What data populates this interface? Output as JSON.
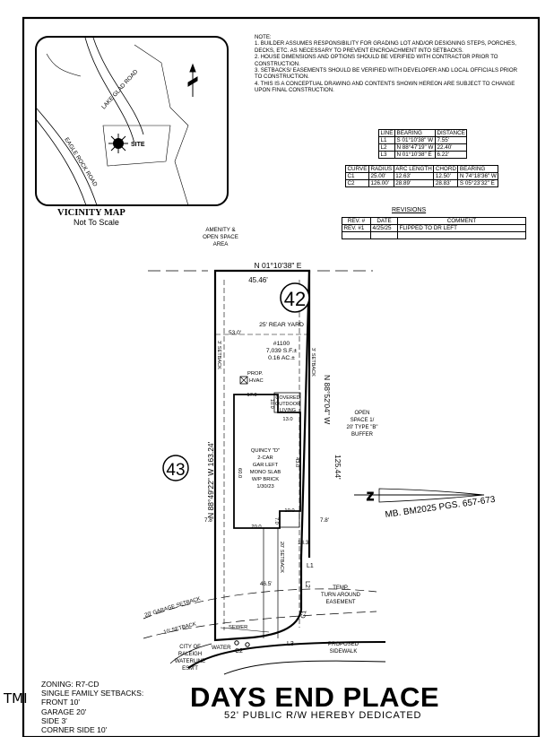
{
  "notes": {
    "heading": "NOTE:",
    "items": [
      "1. BUILDER ASSUMES RESPONSIBILITY FOR GRADING LOT AND/OR DESIGNING STEPS, PORCHES, DECKS, ETC. AS NECESSARY TO PREVENT ENCROACHMENT INTO SETBACKS.",
      "2. HOUSE DIMENSIONS AND OPTIONS SHOULD BE VERIFIED WITH CONTRACTOR PRIOR TO CONSTRUCTION.",
      "3. SETBACKS/ EASEMENTS SHOULD BE VERIFIED WITH DEVELOPER AND LOCAL OFFICIALS PRIOR TO CONSTRUCTION.",
      "4. THIS IS A CONCEPTUAL DRAWING AND CONTENTS SHOWN HEREON ARE SUBJECT TO CHANGE UPON FINAL CONSTRUCTION."
    ]
  },
  "line_table": {
    "headers": [
      "LINE",
      "BEARING",
      "DISTANCE"
    ],
    "rows": [
      [
        "L1",
        "S 01°10'38\" W",
        "7.55'"
      ],
      [
        "L2",
        "N 88°47'19\" W",
        "22.40'"
      ],
      [
        "L3",
        "N 01°10'38\" E",
        "6.22'"
      ]
    ]
  },
  "curve_table": {
    "headers": [
      "CURVE",
      "RADIUS",
      "ARC LENGTH",
      "CHORD",
      "BEARING"
    ],
    "rows": [
      [
        "C1",
        "25.00'",
        "12.63'",
        "12.50'",
        "N 74°18'36\" W"
      ],
      [
        "C2",
        "126.00'",
        "28.89'",
        "28.83'",
        "S 05°23'32\" E"
      ]
    ]
  },
  "revisions": {
    "title": "REVISIONS",
    "headers": [
      "REV. #",
      "DATE",
      "COMMENT"
    ],
    "rows": [
      [
        "REV. #1",
        "4/25/25",
        "FLIPPED TO DR LEFT"
      ]
    ]
  },
  "vicinity_map": {
    "title": "VICINITY MAP",
    "subtitle": "Not To Scale",
    "labels": {
      "road1": "LAKE GLAD ROAD",
      "road2": "EAGLE ROCK ROAD",
      "site": "SITE"
    }
  },
  "plan": {
    "amenity": [
      "AMENITY &",
      "OPEN SPACE",
      "AREA"
    ],
    "bearing_top": "N 01°10'38\" E",
    "dist_top": "45.46'",
    "lot_number": "42",
    "adjacent_lot": "43",
    "rear_yard": "25' REAR YARD",
    "rear_dim": "53.0'",
    "lot_info": [
      "#1100",
      "7,039 S.F.±",
      "0.16 AC.±"
    ],
    "hvac": [
      "PROP.",
      "HVAC"
    ],
    "setback_side": "3' SETBACK",
    "covered": [
      "COVERED",
      "OUTDOOR",
      "LIVING"
    ],
    "dim_17": "17.0",
    "dim_10a": "10.0",
    "dim_13": "13.0",
    "dim_60": "60.0",
    "dim_43": "43.0",
    "house": [
      "QUINCY \"D\"",
      "2-CAR",
      "GAR LEFT",
      "MONO SLAB",
      "W/P BRICK",
      "1/30/23"
    ],
    "bearing_left": "N 88°49'22\" W 163.24'",
    "bearing_right": "N 88°52'04\" W",
    "dist_right": "125.44'",
    "open_space": [
      "OPEN",
      "SPACE 1/",
      "20' TYPE \"B\"",
      "BUFFER"
    ],
    "dim_78_left": "7.8'",
    "dim_78_right": "7.8'",
    "dim_20": "20.0",
    "dim_7": "7.0",
    "dim_10b": "10.0",
    "dim_133": "13.3'",
    "front_setback": "20' SETBACK",
    "dim_465": "46.5'",
    "l1": "L1",
    "l2": "L2",
    "l3": "L3",
    "c1": "C1",
    "c2": "C2",
    "temp_turn": [
      "TEMP.",
      "TURN AROUND",
      "EASEMENT"
    ],
    "garage_setback": "20' GARAGE SETBACK",
    "setback_10": "10' SETBACK",
    "sewer": "SEWER",
    "water": "WATER",
    "waterline": [
      "CITY OF",
      "RALEIGH",
      "WATERLINE",
      "ESM'T"
    ],
    "proposed_sidewalk": [
      "PROPOSED",
      "SIDEWALK"
    ],
    "mb": "MB. BM2025 PGS. 657-673",
    "north_letter": "Z"
  },
  "zoning": {
    "lines": [
      "ZONING: R7-CD",
      "SINGLE FAMILY SETBACKS:",
      "FRONT 10'",
      "GARAGE 20'",
      "SIDE 3'",
      "CORNER SIDE 10'"
    ]
  },
  "street": {
    "name": "DAYS END PLACE",
    "row": "52' PUBLIC R/W HEREBY DEDICATED"
  },
  "corner_mark": "TMI"
}
